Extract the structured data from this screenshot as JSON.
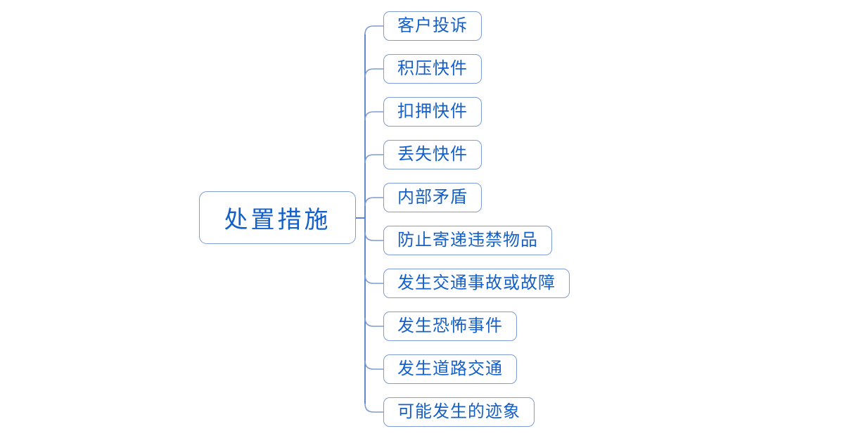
{
  "diagram": {
    "type": "mindmap",
    "root": {
      "label": "处置措施"
    },
    "children": [
      {
        "label": "客户投诉"
      },
      {
        "label": "积压快件"
      },
      {
        "label": "扣押快件"
      },
      {
        "label": "丢失快件"
      },
      {
        "label": "内部矛盾"
      },
      {
        "label": "防止寄递违禁物品"
      },
      {
        "label": "发生交通事故或故障"
      },
      {
        "label": "发生恐怖事件"
      },
      {
        "label": "发生道路交通"
      },
      {
        "label": "可能发生的迹象"
      }
    ],
    "colors": {
      "text": "#1560c8",
      "node_border": "#7e9cd6",
      "branch_line": "#7e9cd6",
      "trunk_line": "#4d7cc7",
      "background": "#ffffff"
    }
  }
}
